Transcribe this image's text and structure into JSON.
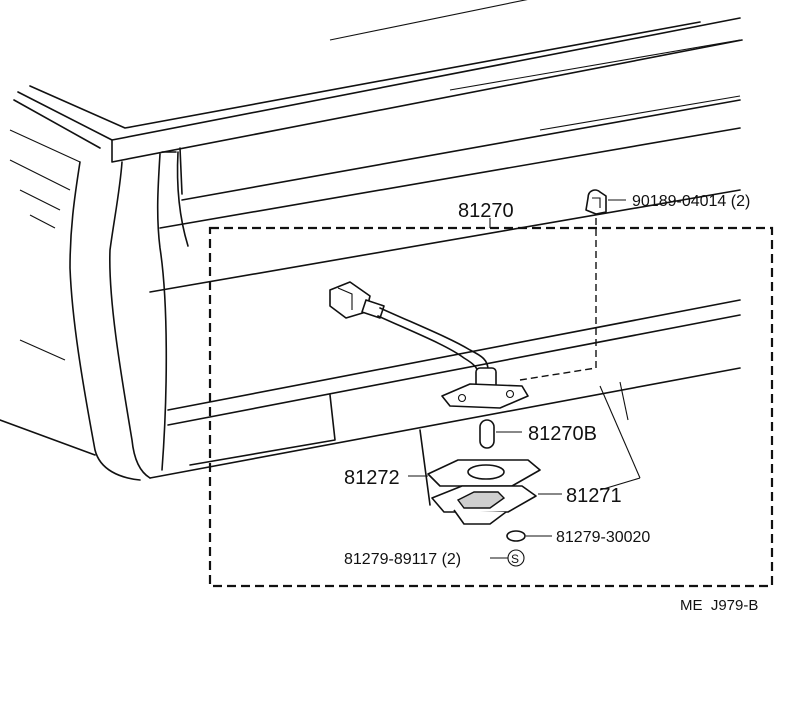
{
  "parts": {
    "assembly": "81270",
    "clip": "90189-04014 (2)",
    "bulb": "81270B",
    "gasket": "81272",
    "lens": "81271",
    "cushion": "81279-30020",
    "screw": "81279-89117 (2)",
    "screw_symbol": "S"
  },
  "figure_code": "ME  J979-B"
}
